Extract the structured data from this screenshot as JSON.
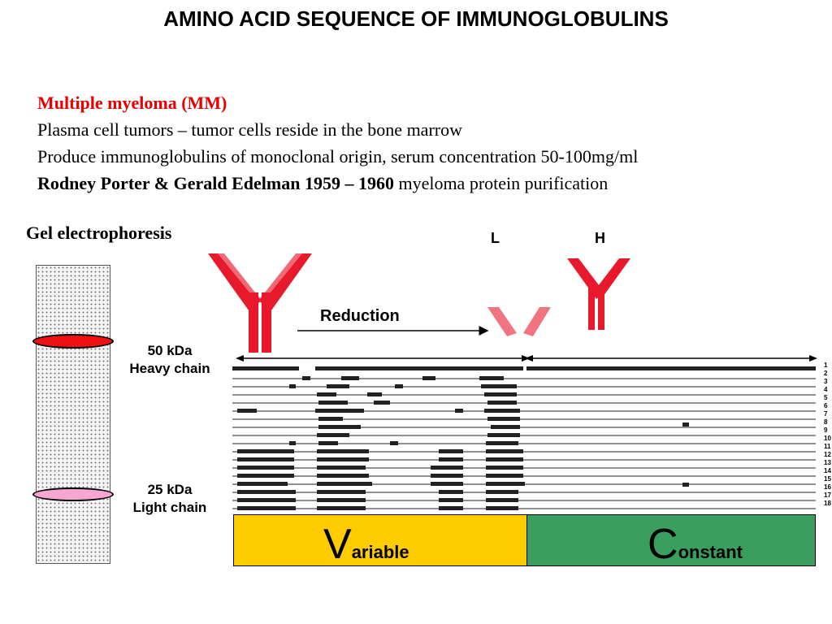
{
  "title": "AMINO ACID SEQUENCE OF IMMUNOGLOBULINS",
  "bullets": {
    "line1": "Multiple myeloma (MM)",
    "line2": "Plasma cell tumors – tumor cells reside in the bone marrow",
    "line3": "Produce immunoglobulins of monoclonal origin, serum concentration 50-100mg/ml",
    "line4_bold": "Rodney Porter & Gerald Edelman 1959 – 1960",
    "line4_rest": " myeloma protein purification"
  },
  "gel": {
    "title": "Gel electrophoresis",
    "heavy": {
      "kda": "50 kDa",
      "name": "Heavy chain",
      "color": "#ee1111"
    },
    "light": {
      "kda": "25 kDa",
      "name": "Light chain",
      "color": "#f7a6d4"
    }
  },
  "chains": {
    "light_label": "L",
    "heavy_label": "H"
  },
  "reduction_label": "Reduction",
  "regions": {
    "variable": {
      "initial": "V",
      "rest": "ariable",
      "color": "#ffcc00"
    },
    "constant": {
      "initial": "C",
      "rest": "onstant",
      "color": "#3a9e5f"
    }
  },
  "sequence_rows": [
    "1",
    "2",
    "3",
    "4",
    "5",
    "6",
    "7",
    "8",
    "9",
    "10",
    "11",
    "12",
    "13",
    "14",
    "15",
    "16",
    "17",
    "18"
  ],
  "antibody_color": "#e8192c"
}
